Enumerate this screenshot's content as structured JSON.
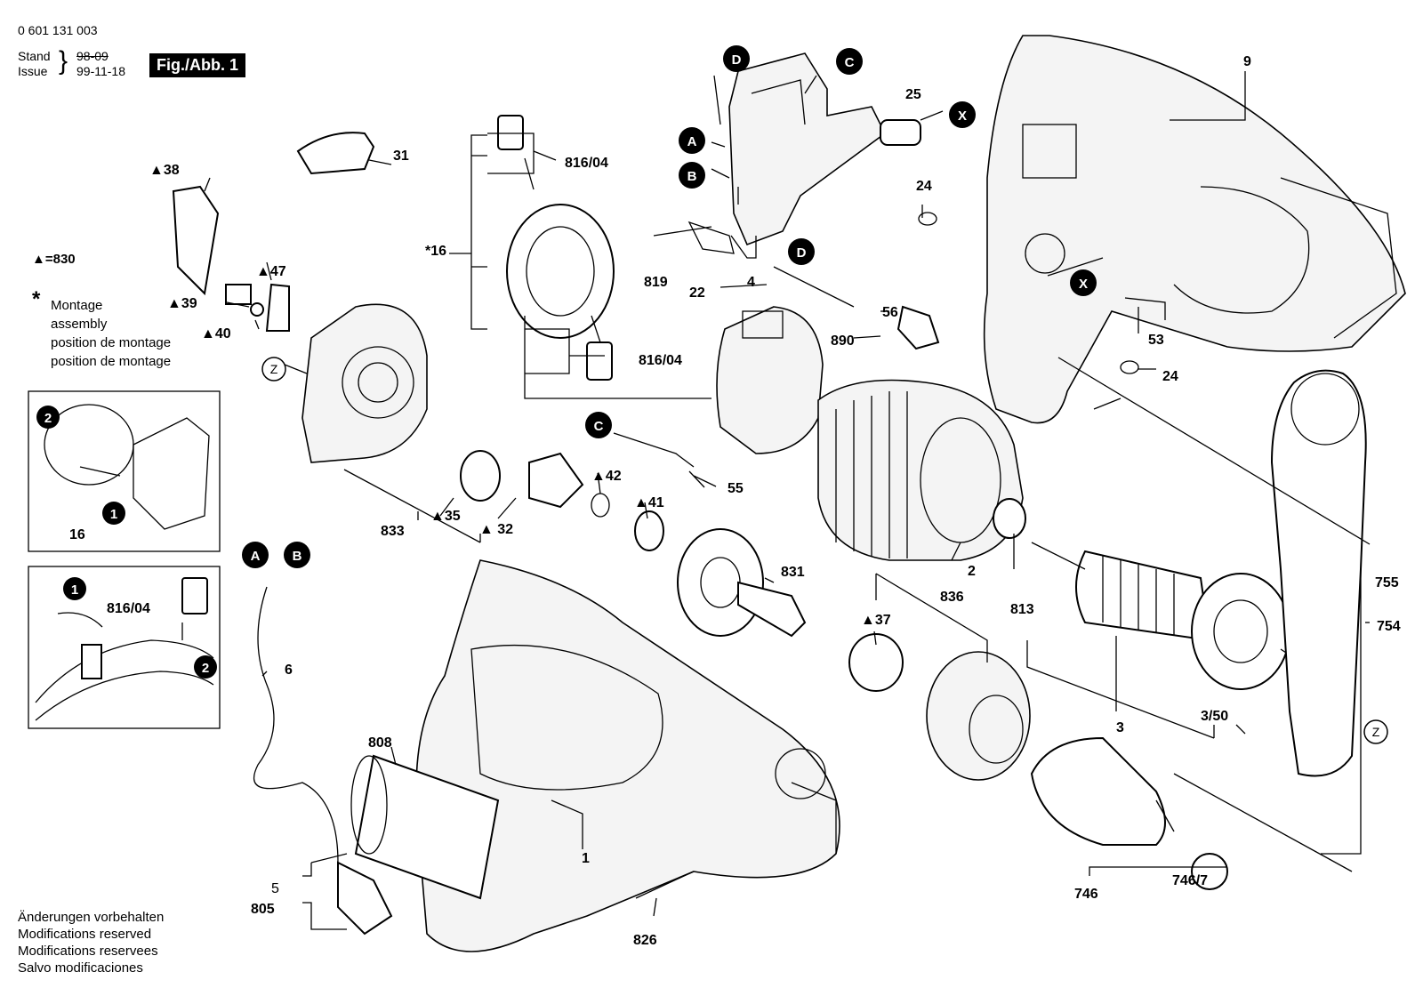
{
  "header": {
    "doc_number": "0 601 131 003",
    "stand_label": "Stand",
    "issue_label": "Issue",
    "old_date": "98-09",
    "date": "99-11-18",
    "figure_label": "Fig./Abb. 1"
  },
  "legend": {
    "triangle_note": "▲=830",
    "star_symbol": "*",
    "assembly_lines": [
      "Montage",
      "assembly",
      "position de montage",
      "position de montage"
    ]
  },
  "footer": {
    "lines": [
      "Änderungen vorbehalten",
      "Modifications reserved",
      "Modifications reservees",
      "Salvo modificaciones"
    ]
  },
  "part_labels": {
    "p38": "▲38",
    "p31": "31",
    "p830": "▲=830",
    "p47": "▲47",
    "p39": "▲39",
    "p40": "▲40",
    "p816_04a": "816/04",
    "p16star": "*16",
    "p816_04b": "816/04",
    "p816_04c": "816/04",
    "p16": "16",
    "p819": "819",
    "p4": "4",
    "p22": "22",
    "p56": "56",
    "p890": "890",
    "p25": "25",
    "p24a": "24",
    "p24b": "24",
    "p9": "9",
    "p53": "53",
    "p833": "833",
    "p35": "▲35",
    "p32": "▲ 32",
    "p42": "▲42",
    "p41": "▲41",
    "p55": "55",
    "p2": "2",
    "p813": "813",
    "p755": "755",
    "p754": "754",
    "p831": "831",
    "p836": "836",
    "p37": "▲37",
    "p3": "3",
    "p3_50": "3/50",
    "p6": "6",
    "p808": "808",
    "p1": "1",
    "p5": "5",
    "p805": "805",
    "p826": "826",
    "p746": "746",
    "p746_7": "746/7"
  },
  "badges": {
    "A": "A",
    "B": "B",
    "C": "C",
    "D": "D",
    "X": "X",
    "Z": "Z",
    "one": "1",
    "two": "2"
  }
}
